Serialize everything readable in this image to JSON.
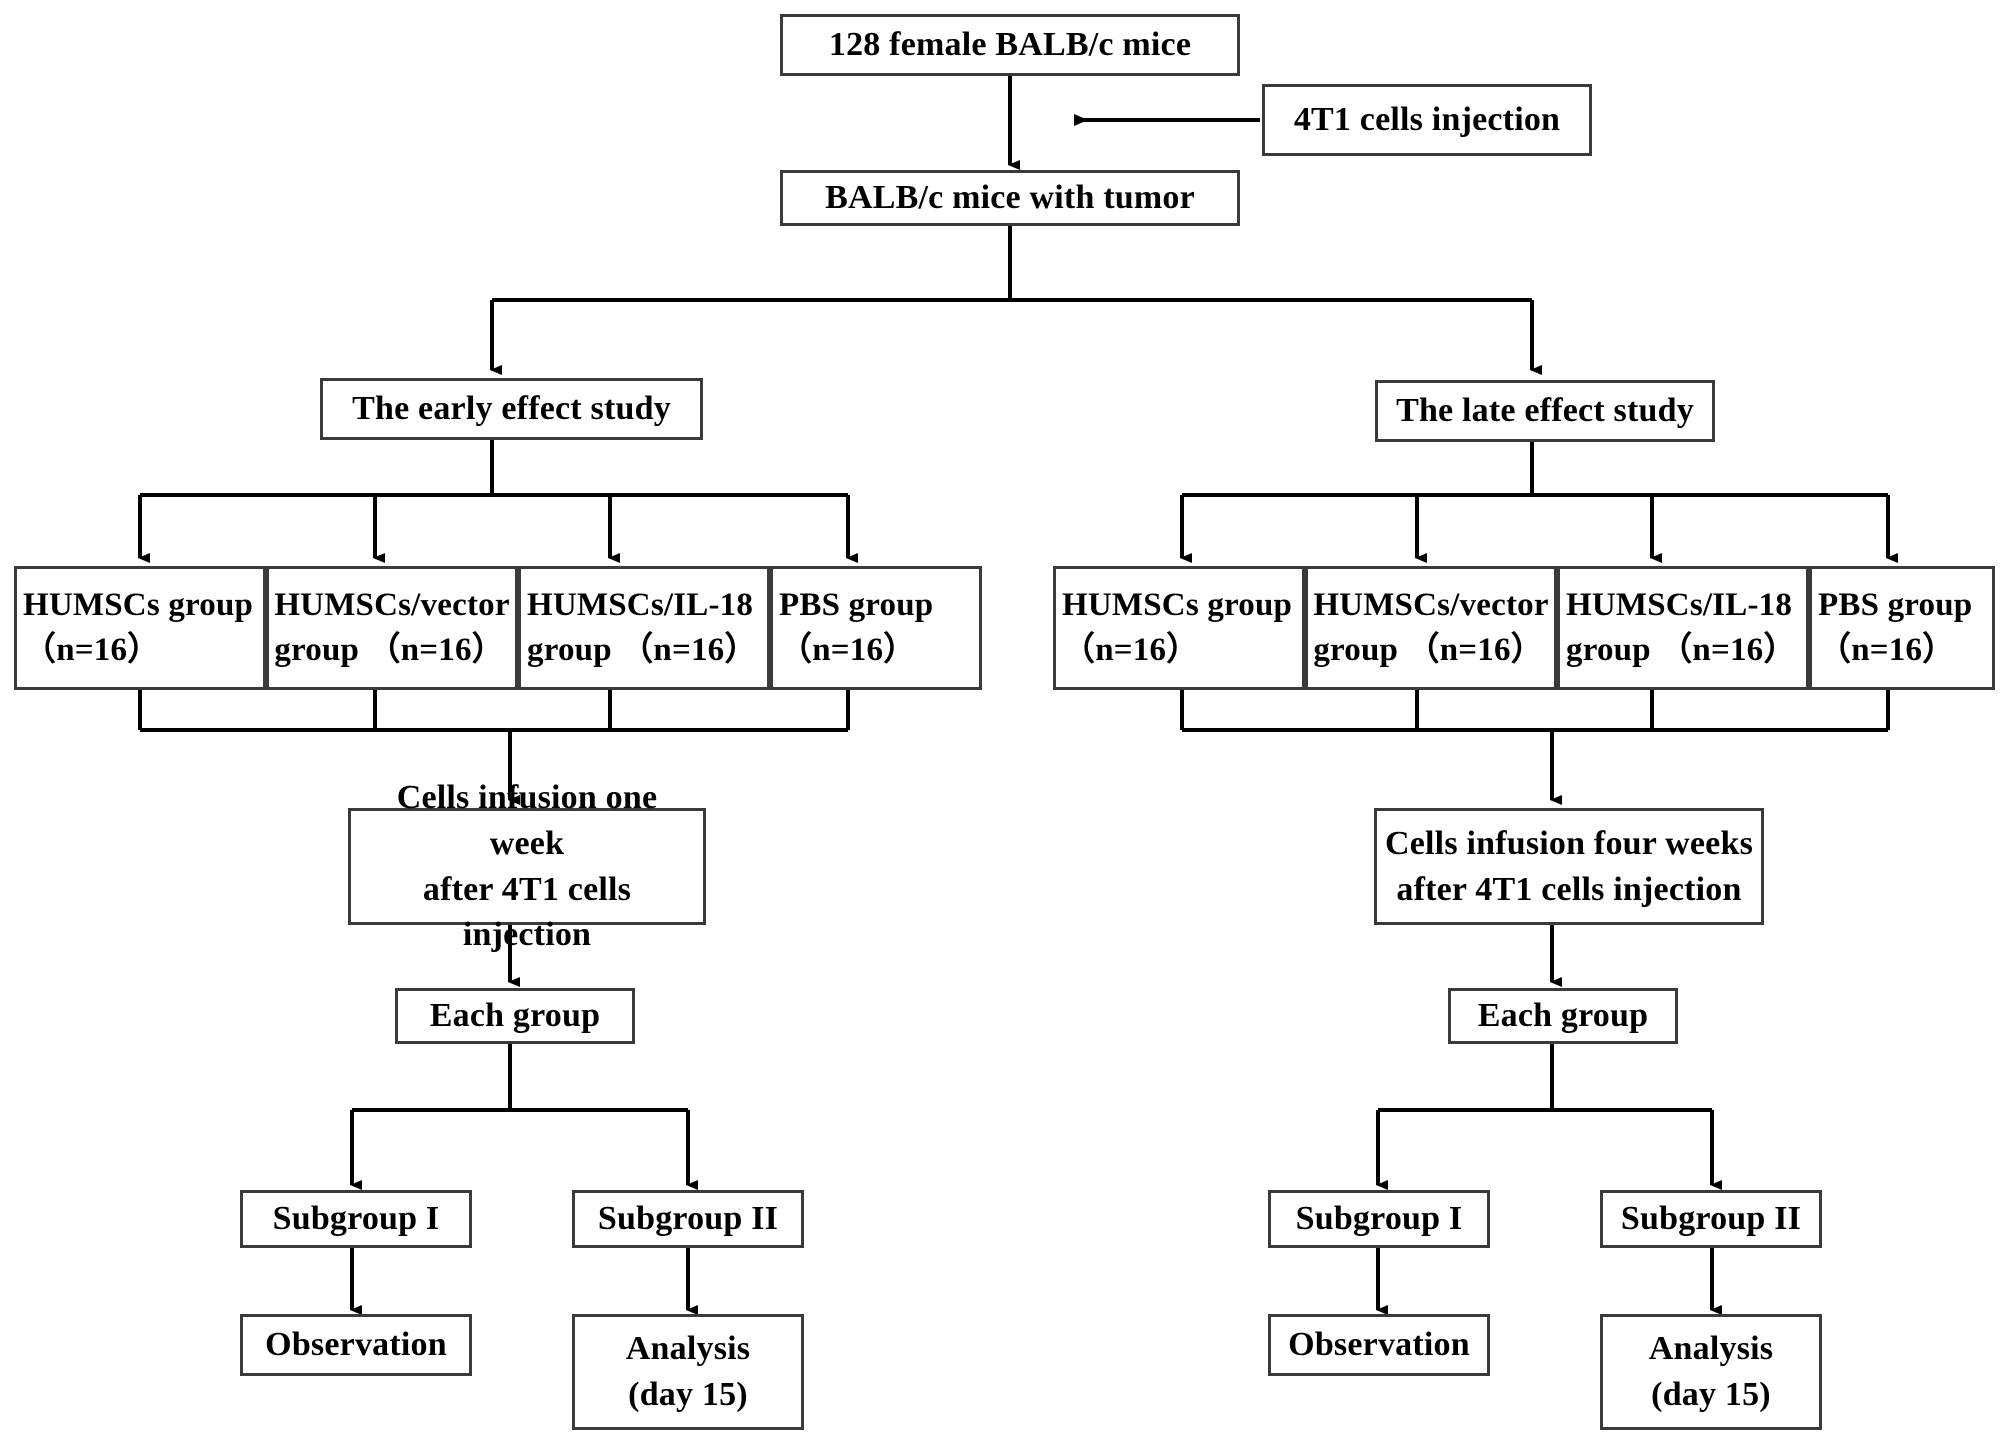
{
  "diagram": {
    "title": "Experimental design flowchart of HUMSCs/IL-18 treatment in 4T1 tumor-bearing BALB/c mice",
    "nodes": {
      "mice_total": "128 female BALB/c mice",
      "injection": "4T1 cells injection",
      "mice_tumor": "BALB/c mice with tumor",
      "early_study": "The early effect study",
      "late_study": "The late effect study",
      "early_groups": [
        "HUMSCs  group\n（n=16）",
        "HUMSCs/vector\ngroup （n=16）",
        "HUMSCs/IL-18\ngroup （n=16）",
        "PBS    group\n（n=16）"
      ],
      "late_groups": [
        "HUMSCs  group\n（n=16）",
        "HUMSCs/vector\ngroup （n=16）",
        "HUMSCs/IL-18\ngroup （n=16）",
        "PBS    group\n（n=16）"
      ],
      "early_infusion": "Cells infusion one week\nafter 4T1 cells injection",
      "late_infusion": "Cells infusion four weeks\nafter 4T1 cells injection",
      "early_each_group": "Each group",
      "late_each_group": "Each group",
      "early_subgroup_1": "Subgroup I",
      "early_subgroup_2": "Subgroup II",
      "late_subgroup_1": "Subgroup I",
      "late_subgroup_2": "Subgroup II",
      "early_observation": "Observation",
      "early_analysis": "Analysis\n(day 15)",
      "late_observation": "Observation",
      "late_analysis": "Analysis\n(day 15)"
    },
    "colors": {
      "border": "#3a3a3a",
      "line": "#000000",
      "background": "#ffffff",
      "text": "#000000"
    }
  }
}
